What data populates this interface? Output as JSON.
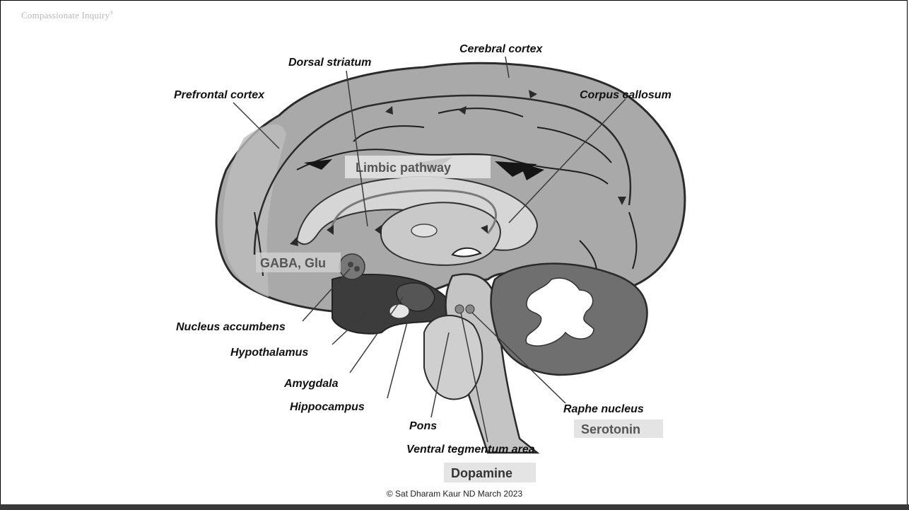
{
  "brand": "Compassionate Inquiry",
  "brand_mark": "®",
  "labels": {
    "cerebral_cortex": "Cerebral cortex",
    "dorsal_striatum": "Dorsal striatum",
    "prefrontal_cortex": "Prefrontal cortex",
    "corpus_callosum": "Corpus callosum",
    "limbic_pathway": "Limbic pathway",
    "gaba_glu": "GABA, Glu",
    "nucleus_accumbens": "Nucleus accumbens",
    "hypothalamus": "Hypothalamus",
    "amygdala": "Amygdala",
    "hippocampus": "Hippocampus",
    "pons": "Pons",
    "ventral_tegmentum": "Ventral tegmentum area",
    "dopamine": "Dopamine",
    "raphe_nucleus": "Raphe nucleus",
    "serotonin": "Serotonin"
  },
  "copyright": "© Sat Dharam Kaur ND   March 2023",
  "colors": {
    "cortex": "#a9a9a9",
    "lobe": "#bdbdbd",
    "dark": "#3c3c3c",
    "cerebellum": "#6f6f6f",
    "label_box": "#e4e4e4"
  }
}
